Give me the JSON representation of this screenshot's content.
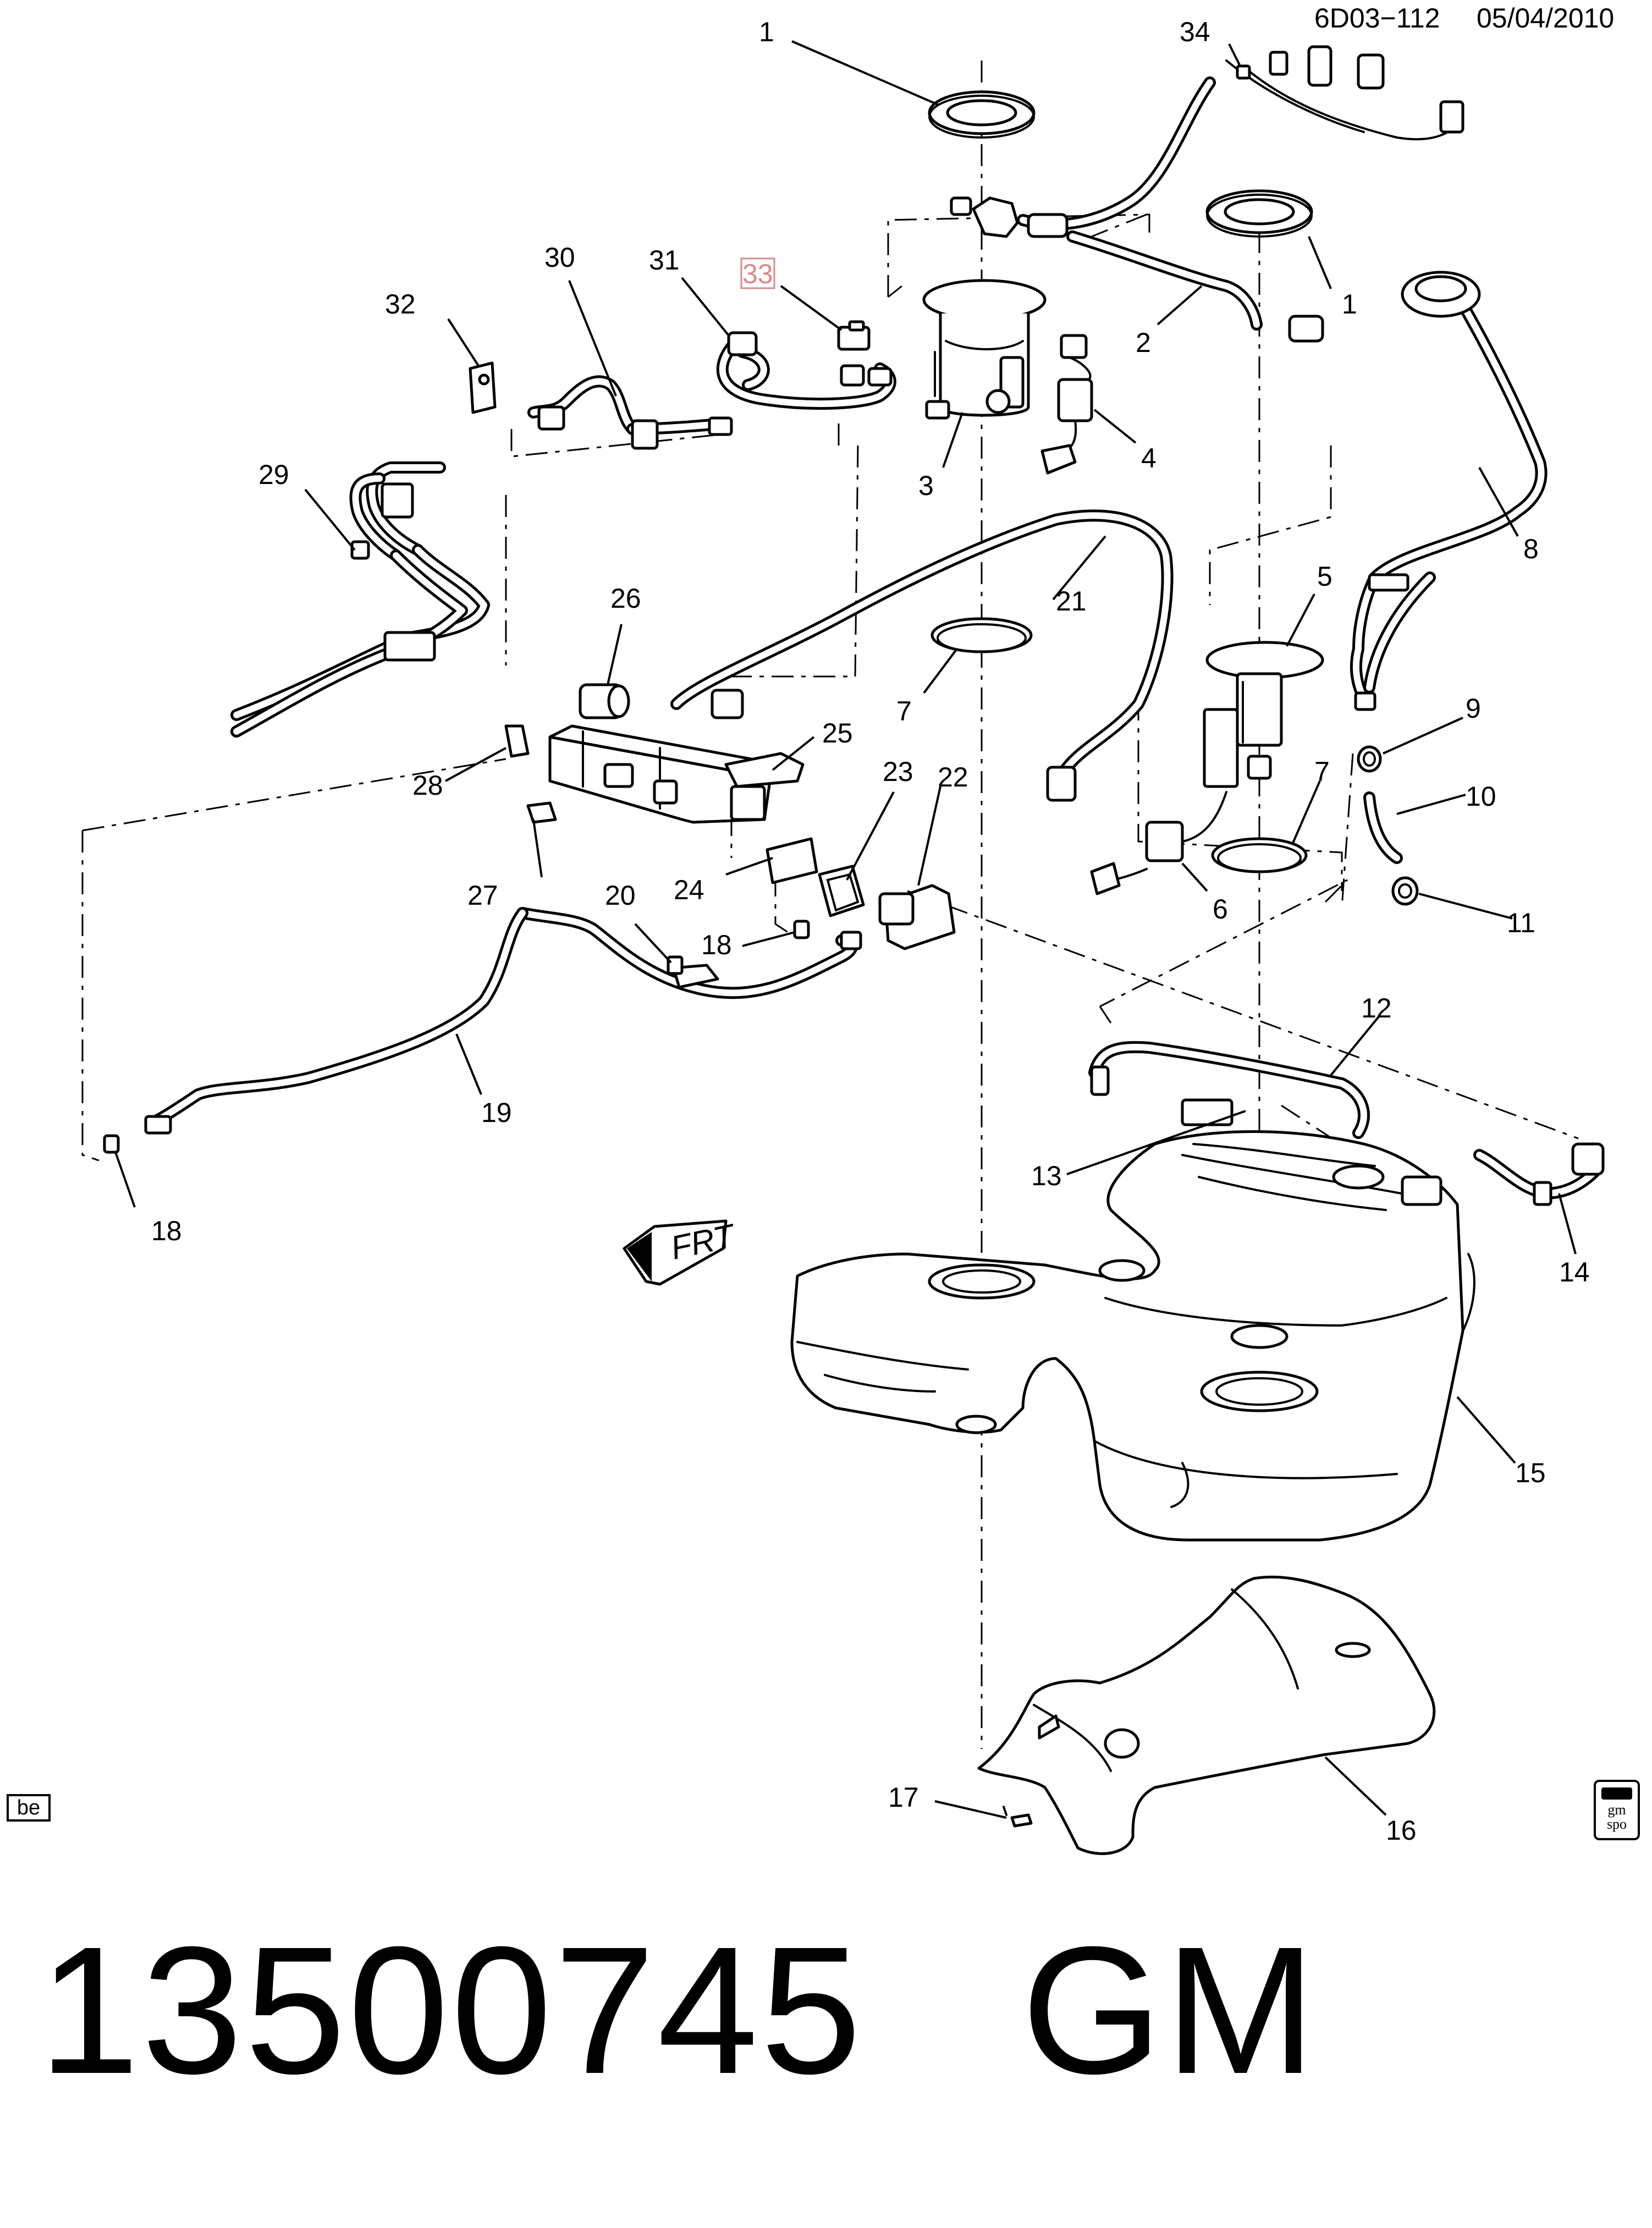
{
  "header": {
    "code": "6D03−112",
    "date": "05/04/2010"
  },
  "part_number": {
    "number": "13500745",
    "brand": "GM"
  },
  "badges": {
    "be_label": "be",
    "gm_label": "gm",
    "spo_label": "spo"
  },
  "direction_marker": {
    "label": "FRT",
    "icon": "front-direction-arrow-icon"
  },
  "callouts": [
    {
      "id": "c1a",
      "label": "1"
    },
    {
      "id": "c1b",
      "label": "1"
    },
    {
      "id": "c2",
      "label": "2"
    },
    {
      "id": "c3",
      "label": "3"
    },
    {
      "id": "c4",
      "label": "4"
    },
    {
      "id": "c5",
      "label": "5"
    },
    {
      "id": "c6",
      "label": "6"
    },
    {
      "id": "c7a",
      "label": "7"
    },
    {
      "id": "c7b",
      "label": "7"
    },
    {
      "id": "c8",
      "label": "8"
    },
    {
      "id": "c9",
      "label": "9"
    },
    {
      "id": "c10",
      "label": "10"
    },
    {
      "id": "c11",
      "label": "11"
    },
    {
      "id": "c12",
      "label": "12"
    },
    {
      "id": "c13",
      "label": "13"
    },
    {
      "id": "c14",
      "label": "14"
    },
    {
      "id": "c15",
      "label": "15"
    },
    {
      "id": "c16",
      "label": "16"
    },
    {
      "id": "c17",
      "label": "17"
    },
    {
      "id": "c18a",
      "label": "18"
    },
    {
      "id": "c18b",
      "label": "18"
    },
    {
      "id": "c19",
      "label": "19"
    },
    {
      "id": "c20",
      "label": "20"
    },
    {
      "id": "c21",
      "label": "21"
    },
    {
      "id": "c22",
      "label": "22"
    },
    {
      "id": "c23",
      "label": "23"
    },
    {
      "id": "c24",
      "label": "24"
    },
    {
      "id": "c25",
      "label": "25"
    },
    {
      "id": "c26",
      "label": "26"
    },
    {
      "id": "c27",
      "label": "27"
    },
    {
      "id": "c28",
      "label": "28"
    },
    {
      "id": "c29",
      "label": "29"
    },
    {
      "id": "c30",
      "label": "30"
    },
    {
      "id": "c31",
      "label": "31"
    },
    {
      "id": "c32",
      "label": "32"
    },
    {
      "id": "c33",
      "label": "33",
      "highlight": true
    },
    {
      "id": "c34",
      "label": "34"
    }
  ],
  "colors": {
    "ink": "#000000",
    "paper": "#ffffff",
    "highlight": "#d98b8b"
  }
}
